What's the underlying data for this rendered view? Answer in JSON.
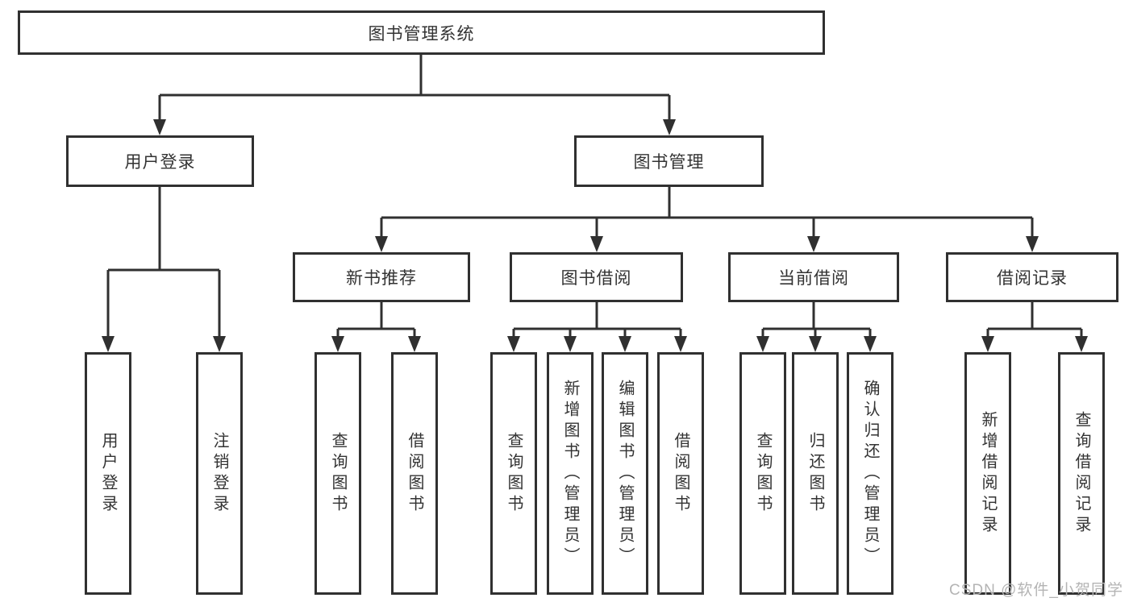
{
  "tree": {
    "root": {
      "label": "图书管理系统"
    },
    "level2": [
      {
        "label": "用户登录",
        "leaves": [
          "用户登录",
          "注销登录"
        ]
      },
      {
        "label": "图书管理"
      }
    ],
    "level3": [
      {
        "label": "新书推荐",
        "leaves": [
          "查询图书",
          "借阅图书"
        ]
      },
      {
        "label": "图书借阅",
        "leaves": [
          "查询图书",
          "新增图书（管理员）",
          "编辑图书（管理员）",
          "借阅图书"
        ]
      },
      {
        "label": "当前借阅",
        "leaves": [
          "查询图书",
          "归还图书",
          "确认归还（管理员）"
        ]
      },
      {
        "label": "借阅记录",
        "leaves": [
          "新增借阅记录",
          "查询借阅记录"
        ]
      }
    ]
  },
  "watermark": {
    "text": "CSDN @软件_小贺同学"
  },
  "colors": {
    "line": "#303030",
    "box_border": "#303030",
    "text": "#333333",
    "watermark": "#b4b4b4",
    "background": "#ffffff"
  }
}
